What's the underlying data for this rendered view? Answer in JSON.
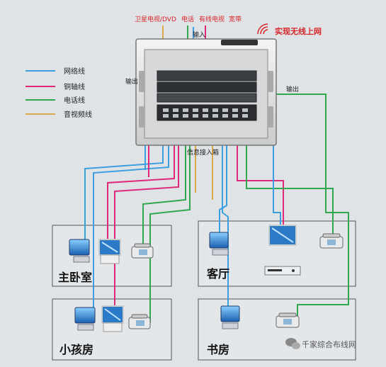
{
  "legend": {
    "items": [
      {
        "label": "网络线",
        "color": "#3a9ee0"
      },
      {
        "label": "铜轴线",
        "color": "#e0287a"
      },
      {
        "label": "电话线",
        "color": "#2fa84f"
      },
      {
        "label": "音视频线",
        "color": "#d9a84a"
      }
    ]
  },
  "top_inputs": {
    "satellite_dvd": "卫星电视/DVD",
    "phone": "电话",
    "cable_tv": "有线电视",
    "broadband": "宽带"
  },
  "labels": {
    "input": "输入",
    "output_left": "输出",
    "output_right": "输出",
    "wireless": "实现无线上网",
    "info_box": "信息接入箱"
  },
  "rooms": {
    "master_bedroom": "主卧室",
    "living_room": "客厅",
    "kids_room": "小孩房",
    "study": "书房"
  },
  "watermark": "千家综合布线网",
  "colors": {
    "network": "#3a9ee0",
    "coax": "#e0287a",
    "phone": "#2fa84f",
    "av": "#d9a84a",
    "red_text": "#d8262a",
    "background": "#dfe3e6"
  }
}
